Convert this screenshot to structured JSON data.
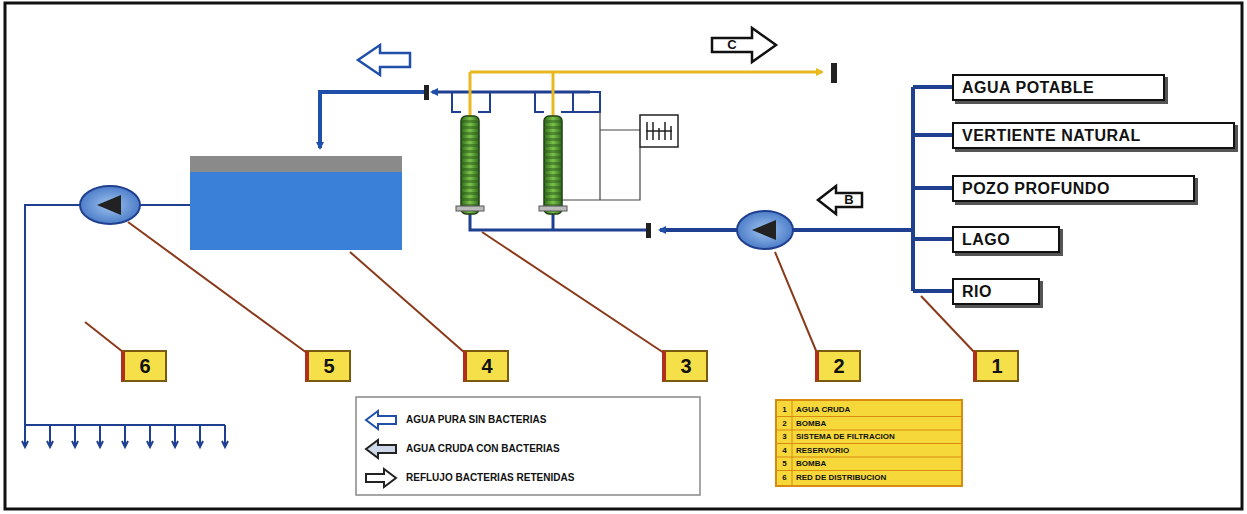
{
  "diagram": {
    "nodes": [
      {
        "text": [
          "AGUA POTABLE"
        ]
      },
      {
        "text": [
          "VERTIENTE NATURAL"
        ]
      },
      {
        "text": [
          "POZO PROFUNDO"
        ]
      },
      {
        "text": [
          "LAGO"
        ]
      },
      {
        "text": [
          "RIO"
        ]
      }
    ],
    "labels": [
      "C",
      "B",
      "6",
      "5",
      "4",
      "3",
      "2",
      "1",
      "1",
      "AGUA CRUDA",
      "2",
      "BOMBA",
      "3",
      "SISTEMA DE FILTRACION",
      "4",
      "RESERVORIO",
      "5",
      "BOMBA",
      "6",
      "RED DE DISTRIBUCION"
    ],
    "legend": [
      {
        "text": "AGUA PURA SIN BACTERIAS"
      },
      {
        "text": "AGUA CRUDA CON BACTERIAS"
      },
      {
        "text": "REFLUJO BACTERIAS RETENIDAS"
      }
    ]
  }
}
